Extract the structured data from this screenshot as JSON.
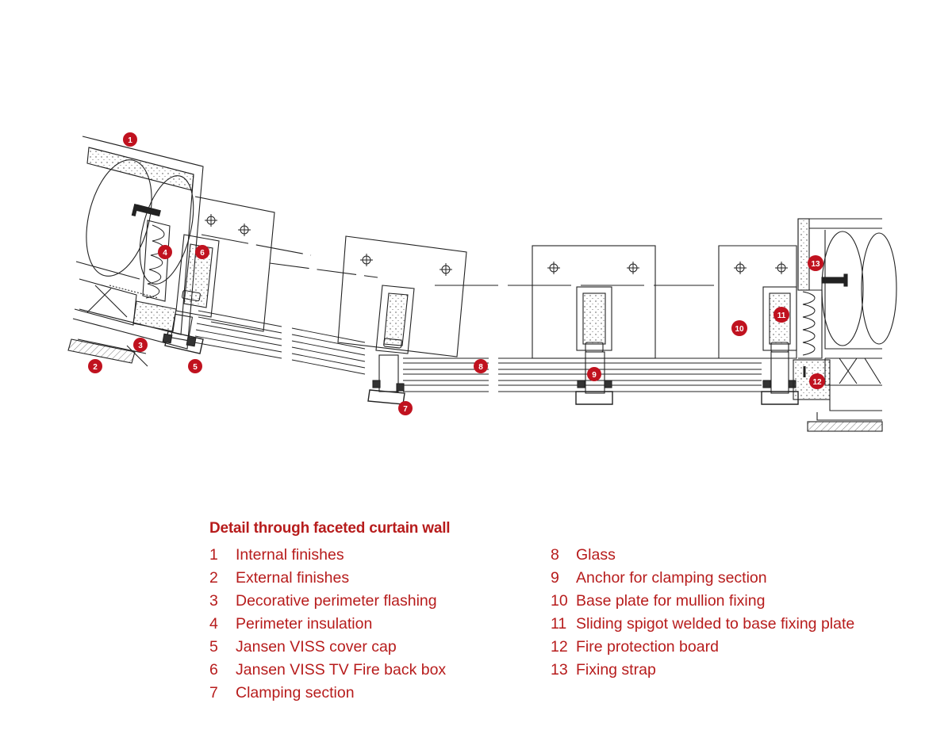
{
  "legend": {
    "title": "Detail through faceted curtain wall",
    "items": [
      {
        "num": "1",
        "text": "Internal finishes"
      },
      {
        "num": "2",
        "text": "External finishes"
      },
      {
        "num": "3",
        "text": "Decorative perimeter flashing"
      },
      {
        "num": "4",
        "text": "Perimeter insulation"
      },
      {
        "num": "5",
        "text": "Jansen VISS cover cap"
      },
      {
        "num": "6",
        "text": "Jansen VISS TV Fire back box"
      },
      {
        "num": "7",
        "text": "Clamping section"
      },
      {
        "num": "8",
        "text": "Glass"
      },
      {
        "num": "9",
        "text": "Anchor for clamping section"
      },
      {
        "num": "10",
        "text": "Base plate for mullion fixing"
      },
      {
        "num": "11",
        "text": "Sliding spigot welded to base fixing plate"
      },
      {
        "num": "12",
        "text": "Fire protection board"
      },
      {
        "num": "13",
        "text": "Fixing strap"
      }
    ]
  },
  "markers": {
    "m1": "1",
    "m2": "2",
    "m3": "3",
    "m4": "4",
    "m5": "5",
    "m6": "6",
    "m7": "7",
    "m8": "8",
    "m9": "9",
    "m10": "10",
    "m11": "11",
    "m12": "12",
    "m13": "13"
  },
  "colors": {
    "accent": "#c0121f",
    "line": "#222222"
  }
}
